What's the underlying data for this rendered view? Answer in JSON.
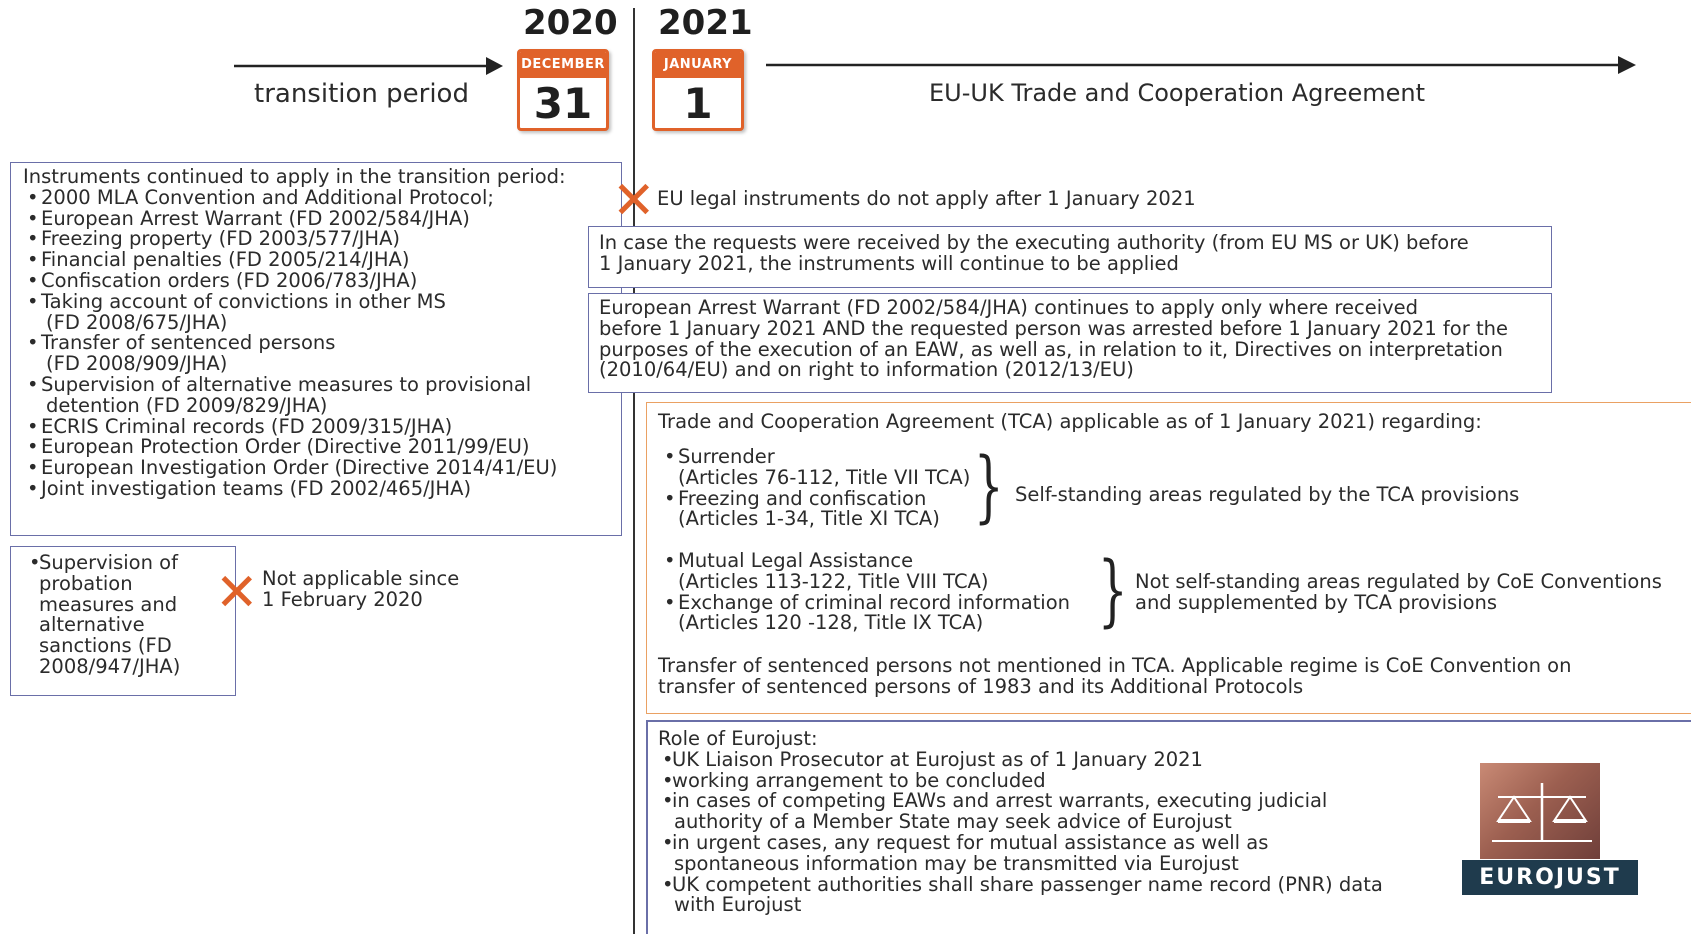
{
  "timeline": {
    "year_left": "2020",
    "year_right": "2021",
    "cal_left": {
      "month": "DECEMBER",
      "day": "31"
    },
    "cal_right": {
      "month": "JANUARY",
      "day": "1"
    },
    "label_left": "transition period",
    "label_right": "EU-UK Trade and Cooperation Agreement"
  },
  "transition_box": {
    "heading": "Instruments continued to apply in the transition period:",
    "items": [
      {
        "line1": "2000 MLA Convention and Additional Protocol;"
      },
      {
        "line1": "European Arrest Warrant (FD 2002/584/JHA)"
      },
      {
        "line1": "Freezing property (FD 2003/577/JHA)"
      },
      {
        "line1": "Financial penalties (FD 2005/214/JHA)"
      },
      {
        "line1": "Confiscation orders (FD 2006/783/JHA)"
      },
      {
        "line1": "Taking account of convictions in other MS",
        "line2": "(FD 2008/675/JHA)"
      },
      {
        "line1": "Transfer of sentenced persons",
        "line2": "(FD 2008/909/JHA)"
      },
      {
        "line1": "Supervision of alternative measures to provisional",
        "line2": "detention (FD 2009/829/JHA)"
      },
      {
        "line1": "ECRIS Criminal records (FD 2009/315/JHA)"
      },
      {
        "line1": "European Protection Order (Directive 2011/99/EU)"
      },
      {
        "line1": "European Investigation Order (Directive 2014/41/EU)"
      },
      {
        "line1": "Joint investigation teams (FD 2002/465/JHA)"
      }
    ]
  },
  "probation_box": {
    "lines": [
      "Supervision of",
      "probation",
      "measures and",
      "alternative",
      "sanctions (FD",
      "2008/947/JHA)"
    ],
    "note_line1": "Not applicable since",
    "note_line2": "1 February 2020"
  },
  "right": {
    "eu_not_apply": "EU legal instruments do not apply after 1 January 2021",
    "requests_box": [
      "In case the requests were received by the executing authority (from EU MS or UK) before",
      "1 January 2021, the instruments will continue to be applied"
    ],
    "eaw_box": [
      "European Arrest Warrant (FD 2002/584/JHA) continues to apply only where received",
      "before 1 January 2021 AND the requested person was arrested before 1 January 2021 for the",
      "purposes of the execution of an EAW, as well as, in relation to it, Directives on interpretation",
      "(2010/64/EU) and on right to information (2012/13/EU)"
    ],
    "tca_box": {
      "heading": "Trade and Cooperation Agreement (TCA) applicable as of 1 January 2021) regarding:",
      "group1": [
        {
          "line1": "Surrender",
          "line2": "(Articles 76-112, Title VII TCA)"
        },
        {
          "line1": "Freezing and confiscation",
          "line2": "(Articles 1-34, Title XI TCA)"
        }
      ],
      "group1_label": "Self-standing areas regulated by the TCA provisions",
      "group2": [
        {
          "line1": "Mutual Legal Assistance",
          "line2": "(Articles 113-122, Title VIII TCA)"
        },
        {
          "line1": "Exchange of criminal record information",
          "line2": "(Articles 120 -128, Title IX TCA)"
        }
      ],
      "group2_label_line1": "Not self-standing areas regulated by CoE Conventions",
      "group2_label_line2": "and supplemented by TCA provisions",
      "footer_line1": "Transfer of sentenced persons not mentioned in TCA. Applicable regime is CoE Convention on",
      "footer_line2": "transfer of sentenced persons of 1983 and its Additional Protocols"
    },
    "eurojust_box": {
      "heading": "Role of Eurojust:",
      "items": [
        {
          "line1": "UK Liaison Prosecutor at Eurojust as of 1 January 2021"
        },
        {
          "line1": "working arrangement to be concluded"
        },
        {
          "line1": "in cases of competing EAWs and arrest warrants, executing judicial",
          "line2": "authority of a Member State may seek advice of Eurojust"
        },
        {
          "line1": "in urgent cases, any request for mutual assistance as well as",
          "line2": "spontaneous information may be transmitted via Eurojust"
        },
        {
          "line1": "UK competent authorities shall share passenger name record (PNR) data",
          "line2": "with Eurojust"
        }
      ]
    },
    "logo_text": "EUROJUST"
  },
  "colors": {
    "accent_orange": "#e0622a",
    "box_border_blue": "#6a6fa8",
    "box_border_orange": "#eaa163",
    "logo_dark": "#1f3b4d"
  }
}
